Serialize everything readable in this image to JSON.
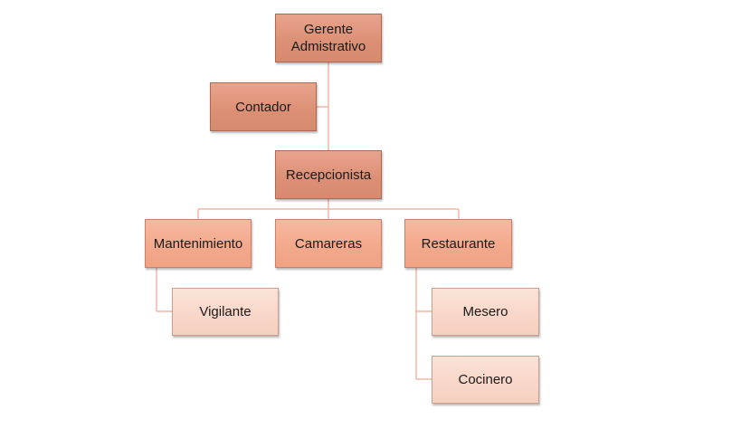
{
  "colors": {
    "connector": "#f2b7a2",
    "level_dark": "#dc8f74",
    "level_mid": "#f3a98c",
    "level_light": "#f8d6c8"
  },
  "nodes": {
    "gerente": "Gerente\nAdmistrativo",
    "contador": "Contador",
    "recepcionista": "Recepcionista",
    "mantenimiento": "Mantenimiento",
    "camareras": "Camareras",
    "restaurante": "Restaurante",
    "vigilante": "Vigilante",
    "mesero": "Mesero",
    "cocinero": "Cocinero"
  },
  "edges": [
    [
      "gerente",
      "contador"
    ],
    [
      "gerente",
      "recepcionista"
    ],
    [
      "recepcionista",
      "mantenimiento"
    ],
    [
      "recepcionista",
      "camareras"
    ],
    [
      "recepcionista",
      "restaurante"
    ],
    [
      "mantenimiento",
      "vigilante"
    ],
    [
      "restaurante",
      "mesero"
    ],
    [
      "restaurante",
      "cocinero"
    ]
  ]
}
